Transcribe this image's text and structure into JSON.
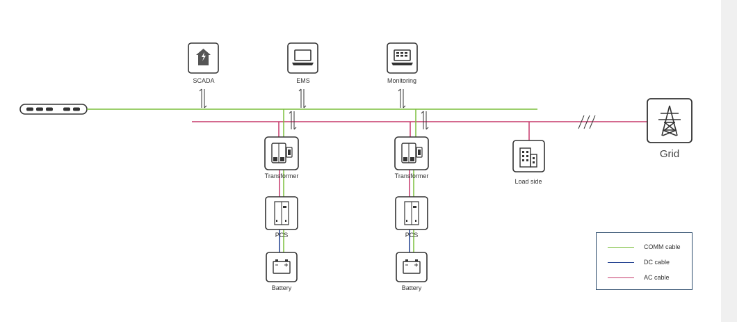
{
  "nodes": {
    "scada": "SCADA",
    "ems": "EMS",
    "monitoring": "Monitoring",
    "transformer_1": "Transformer",
    "transformer_2": "Transformer",
    "pcs_1": "PCS",
    "pcs_2": "PCS",
    "battery_1": "Battery",
    "battery_2": "Battery",
    "load_side": "Load side",
    "grid": "Grid"
  },
  "legend": {
    "comm": "COMM cable",
    "dc": "DC cable",
    "ac": "AC cable"
  },
  "colors": {
    "comm": "#7bbf3c",
    "dc": "#1f3f8f",
    "ac": "#c5396a",
    "icon_stroke": "#333333",
    "legend_border": "#2b4a6b",
    "side_panel": "#f0f0f0"
  },
  "icons": {
    "scada": "home-bolt-icon",
    "ems": "laptop-icon",
    "monitoring": "laptop-grid-icon",
    "transformer": "cabinet-icon",
    "pcs": "cabinet-icon",
    "battery": "battery-icon",
    "load_side": "building-icon",
    "grid": "transmission-tower-icon",
    "switch": "network-switch-icon"
  }
}
